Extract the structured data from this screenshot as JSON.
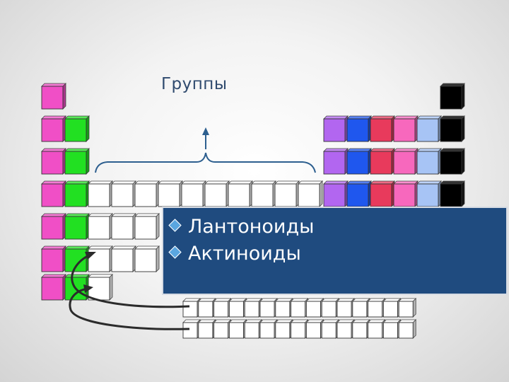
{
  "title": "Группы",
  "info_box": {
    "items": [
      "Лантоноиды",
      "Актиноиды"
    ]
  },
  "colors": {
    "s_block_1": "#f04fc6",
    "s_block_2": "#22e022",
    "d_block": "#ffffff",
    "p_block": [
      "#b266f0",
      "#1f57ee",
      "#e83a5c",
      "#f768bd",
      "#a7c4f5"
    ],
    "noble_gas": "#000000",
    "info_box_bg": "#1f4b7f",
    "bullet": "#5aa6e0"
  }
}
